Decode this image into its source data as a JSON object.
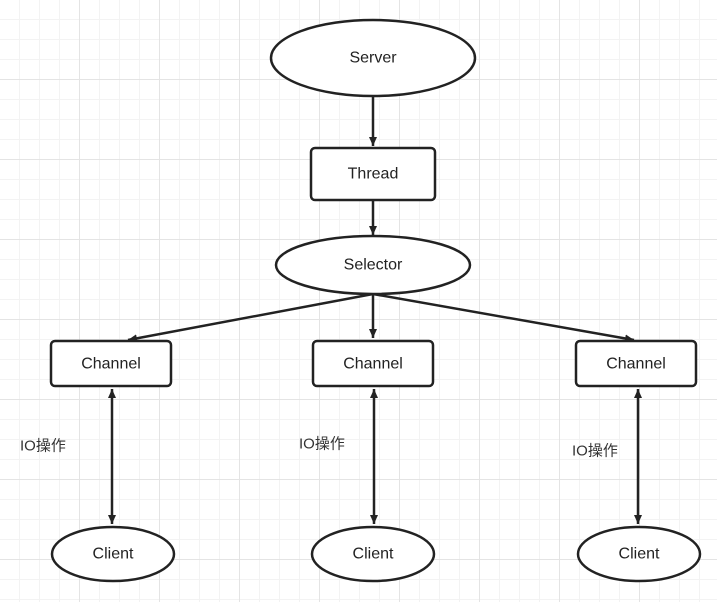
{
  "nodes": {
    "server": "Server",
    "thread": "Thread",
    "selector": "Selector",
    "channel_1": "Channel",
    "channel_2": "Channel",
    "channel_3": "Channel",
    "client_1": "Client",
    "client_2": "Client",
    "client_3": "Client"
  },
  "edges": {
    "io_label_1": "IO操作",
    "io_label_2": "IO操作",
    "io_label_3": "IO操作"
  },
  "colors": {
    "stroke": "#222222",
    "fill": "#ffffff",
    "grid": "#e4e4e4"
  }
}
